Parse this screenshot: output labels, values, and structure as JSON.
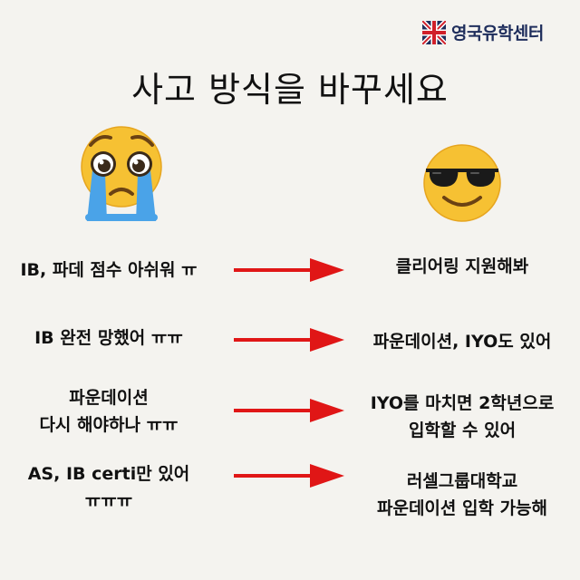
{
  "brand": {
    "name": "영국유학센터"
  },
  "title": "사고 방식을 바꾸세요",
  "icons": {
    "left_emoji": "crying-face-icon",
    "right_emoji": "sunglasses-face-icon",
    "arrow": "right-arrow-icon",
    "flag": "union-jack-flag-icon"
  },
  "colors": {
    "arrow": "#e01616",
    "brand": "#1f2e5c",
    "background": "#f4f3ef"
  },
  "rows": [
    {
      "left": [
        "IB, 파데 점수 아쉬워 ㅠ"
      ],
      "right": [
        "클리어링 지원해봐"
      ]
    },
    {
      "left": [
        "IB 완전 망했어 ㅠㅠ"
      ],
      "right": [
        "파운데이션, IYO도 있어"
      ]
    },
    {
      "left": [
        "파운데이션",
        "다시 해야하나 ㅠㅠ"
      ],
      "right": [
        "IYO를 마치면 2학년으로",
        "입학할 수 있어"
      ]
    },
    {
      "left": [
        "AS, IB certi만 있어",
        "ㅠㅠㅠ"
      ],
      "right": [
        "러셀그룹대학교",
        "파운데이션 입학 가능해"
      ]
    }
  ]
}
